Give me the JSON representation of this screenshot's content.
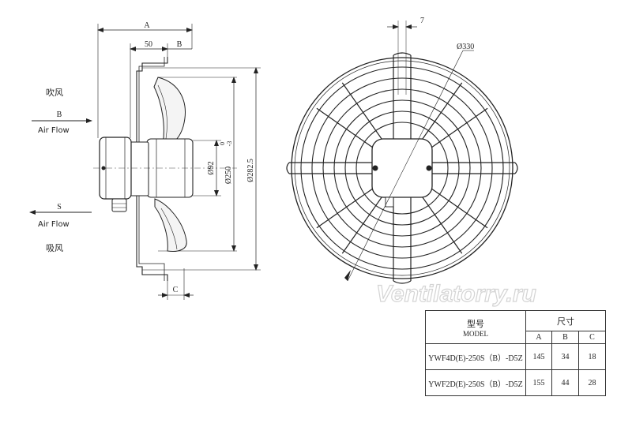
{
  "side_view": {
    "dim_A": "A",
    "dim_50": "50",
    "dim_B": "B",
    "dim_C": "C",
    "dia_92": "Ø92",
    "dia_250": "Ø250",
    "tol_250": "0\n-3",
    "dia_282": "Ø282.5",
    "blow_cn": "吹风",
    "blow_letter": "B",
    "blow_airflow": "Air Flow",
    "suck_letter": "S",
    "suck_airflow": "Air Flow",
    "suck_cn": "吸风"
  },
  "front_view": {
    "dim_7": "7",
    "dia_330": "Ø330"
  },
  "watermark": "Ventilatorry.ru",
  "table": {
    "model_cn": "型号",
    "model_en": "MODEL",
    "size_cn": "尺寸",
    "col_A": "A",
    "col_B": "B",
    "col_C": "C",
    "rows": [
      {
        "model": "YWF4D(E)-250S（B）-D5Z",
        "A": "145",
        "B": "34",
        "C": "18"
      },
      {
        "model": "YWF2D(E)-250S（B）-D5Z",
        "A": "155",
        "B": "44",
        "C": "28"
      }
    ]
  }
}
